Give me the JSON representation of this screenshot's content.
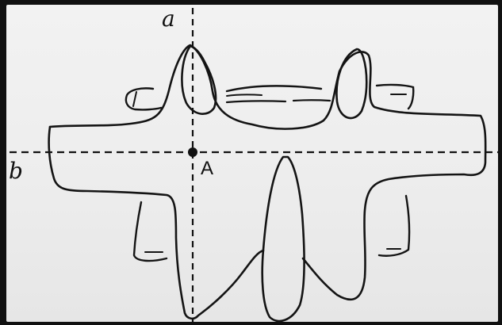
{
  "diagram": {
    "labels": {
      "vertical_axis": "a",
      "horizontal_axis": "b",
      "point": "A"
    }
  }
}
